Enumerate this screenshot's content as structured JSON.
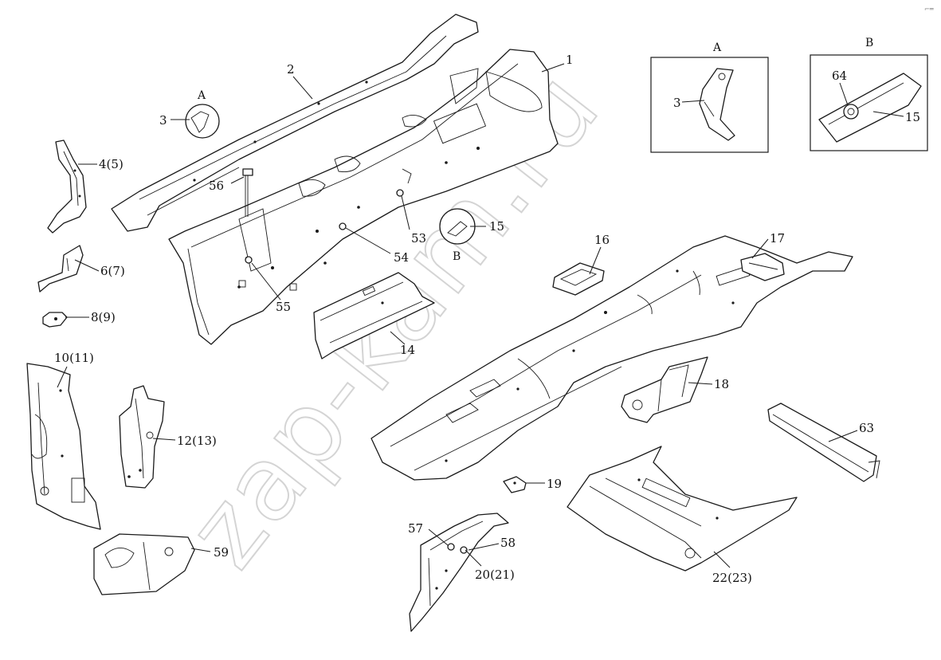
{
  "diagram": {
    "watermark": "zap-kam.ru",
    "corner_mark": "⌐═",
    "detail_views": [
      {
        "header": "A",
        "part": "3"
      },
      {
        "header": "B",
        "parts": [
          "64",
          "15"
        ]
      }
    ],
    "callouts": [
      {
        "id": "1",
        "label": "1"
      },
      {
        "id": "2",
        "label": "2"
      },
      {
        "id": "3",
        "label": "3"
      },
      {
        "id": "4",
        "label": "4(5)"
      },
      {
        "id": "6",
        "label": "6(7)"
      },
      {
        "id": "8",
        "label": "8(9)"
      },
      {
        "id": "10",
        "label": "10(11)"
      },
      {
        "id": "12",
        "label": "12(13)"
      },
      {
        "id": "14",
        "label": "14"
      },
      {
        "id": "15",
        "label": "15"
      },
      {
        "id": "16",
        "label": "16"
      },
      {
        "id": "17",
        "label": "17"
      },
      {
        "id": "18",
        "label": "18"
      },
      {
        "id": "19",
        "label": "19"
      },
      {
        "id": "20",
        "label": "20(21)"
      },
      {
        "id": "22",
        "label": "22(23)"
      },
      {
        "id": "53",
        "label": "53"
      },
      {
        "id": "54",
        "label": "54"
      },
      {
        "id": "55",
        "label": "55"
      },
      {
        "id": "56",
        "label": "56"
      },
      {
        "id": "57",
        "label": "57"
      },
      {
        "id": "58",
        "label": "58"
      },
      {
        "id": "59",
        "label": "59"
      },
      {
        "id": "63",
        "label": "63"
      },
      {
        "id": "64",
        "label": "64"
      }
    ],
    "view_markers": {
      "a_small": "A",
      "b_small": "B"
    }
  }
}
